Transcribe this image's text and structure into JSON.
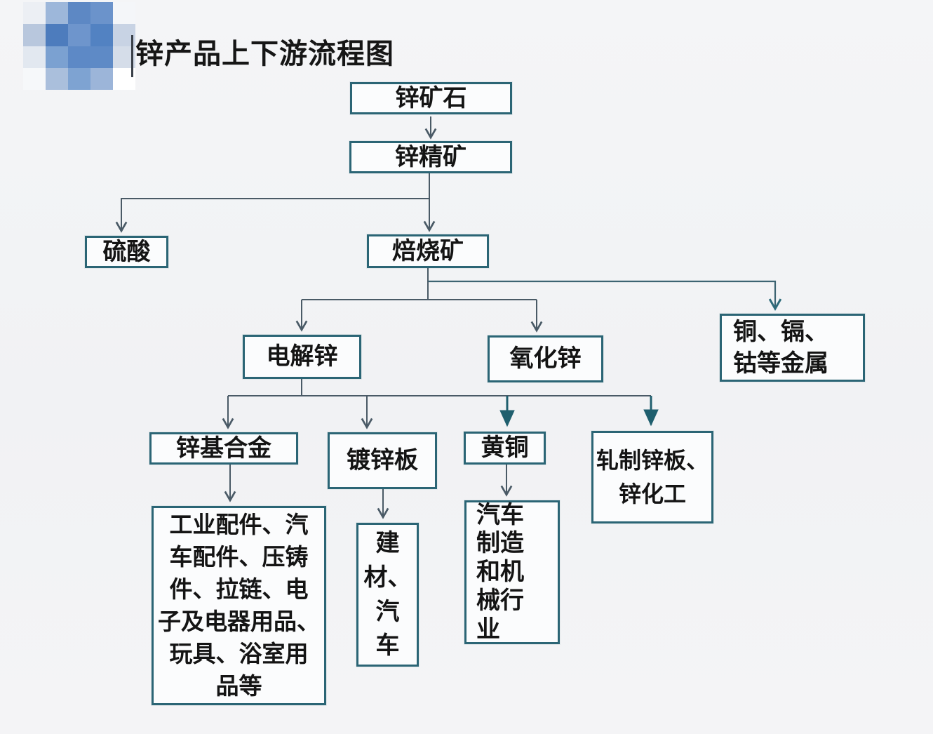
{
  "title": "锌产品上下游流程图",
  "colors": {
    "background": "#f3f4f6",
    "box_border": "#2b6575",
    "connector_line": "#4a5a66",
    "connector_teal": "#1f5f6e",
    "text": "#141414"
  },
  "logo": {
    "name": "blurred-pixelated-logo",
    "pixels": [
      [
        "#eceff4",
        "#9db7da",
        "#5d88c4",
        "#6b93cb",
        "#f4f6f9"
      ],
      [
        "#b8c7dd",
        "#4d7cbd",
        "#6e95cc",
        "#5282c2",
        "#c8d3e4"
      ],
      [
        "#e2e8f0",
        "#7ba1d1",
        "#5d89c6",
        "#5e8ac6",
        "#d5dde9"
      ],
      [
        "#f6f8fa",
        "#aabfdc",
        "#7ea3d2",
        "#9cb5d9",
        "#ffffff"
      ]
    ]
  },
  "nodes": {
    "zinc_ore": {
      "label": "锌矿石"
    },
    "zinc_concentrate": {
      "label": "锌精矿"
    },
    "sulfuric_acid": {
      "label": "硫酸"
    },
    "roasted_ore": {
      "label": "焙烧矿"
    },
    "electrolytic_zinc": {
      "label": "电解锌"
    },
    "zinc_oxide": {
      "label": "氧化锌"
    },
    "other_metals": {
      "label": "铜、镉、\n钴等金属"
    },
    "zinc_alloy": {
      "label": "锌基合金"
    },
    "galvanized_sheet": {
      "label": "镀锌板"
    },
    "brass": {
      "label": "黄铜"
    },
    "rolled_zinc": {
      "label": "轧制锌板、\n锌化工"
    },
    "alloy_products": {
      "label": "工业配件、汽\n车配件、压铸\n件、拉链、电\n子及电器用品、\n玩具、浴室用\n品等"
    },
    "building_auto": {
      "label": "建\n材、\n汽\n车"
    },
    "auto_machinery": {
      "label": "汽车\n制造\n和机\n械行\n业"
    }
  },
  "edges": [
    "锌矿石→锌精矿",
    "锌精矿→硫酸",
    "锌精矿→焙烧矿",
    "焙烧矿→电解锌",
    "焙烧矿→氧化锌",
    "焙烧矿→铜、镉、钴等金属",
    "电解锌→锌基合金",
    "电解锌→镀锌板",
    "电解锌→黄铜",
    "电解锌→轧制锌板、锌化工",
    "锌基合金→工业配件等",
    "镀锌板→建材、汽车",
    "黄铜→汽车制造和机械行业"
  ]
}
